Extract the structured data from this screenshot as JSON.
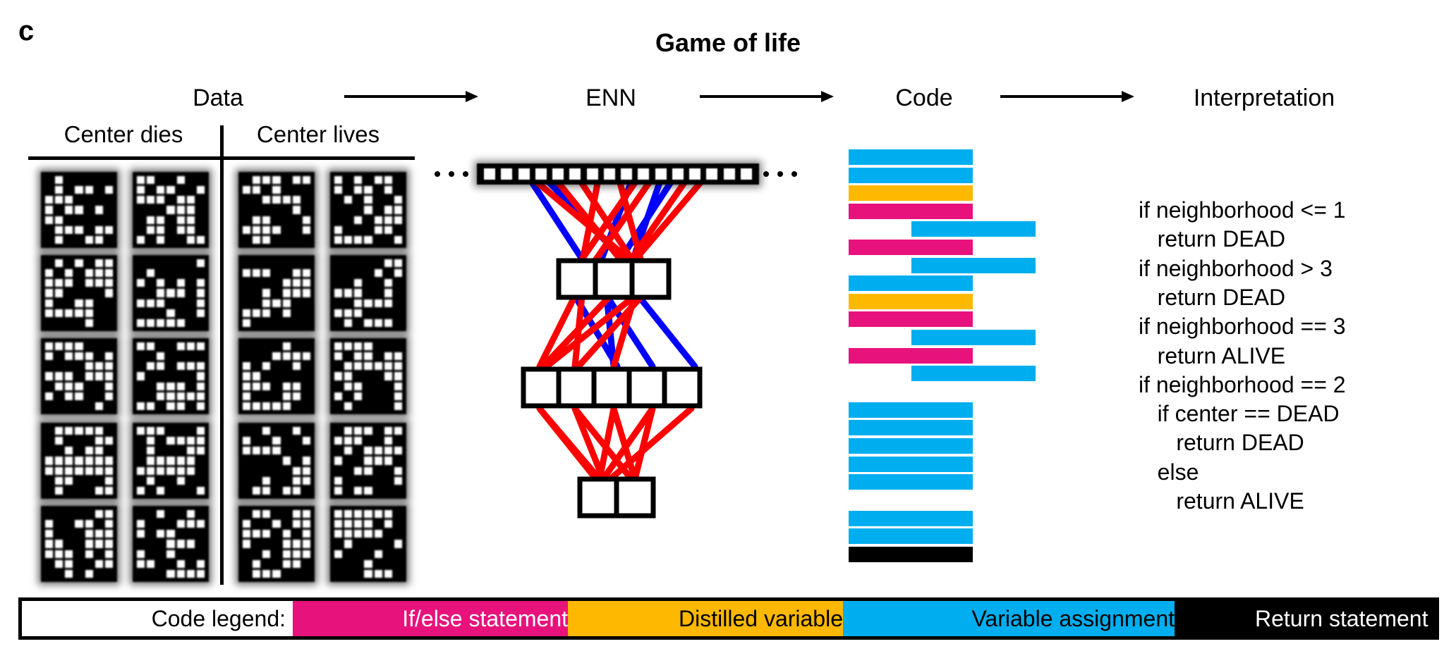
{
  "panel_label": "c",
  "title": "Game of life",
  "pipeline": {
    "stages": [
      "Data",
      "ENN",
      "Code",
      "Interpretation"
    ]
  },
  "data_panel": {
    "left_header": "Center dies",
    "right_header": "Center lives"
  },
  "code_lines": [
    "if neighborhood <= 1",
    "   return DEAD",
    "if neighborhood > 3",
    "   return DEAD",
    "if neighborhood == 3",
    "   return ALIVE",
    "if neighborhood == 2",
    "   if center == DEAD",
    "      return DEAD",
    "   else",
    "      return ALIVE"
  ],
  "legend": {
    "label": "Code legend:",
    "items": [
      {
        "text": "If/else statement",
        "color": "#e8127c"
      },
      {
        "text": "Distilled variable",
        "color": "#ffb800"
      },
      {
        "text": "Variable assignment",
        "color": "#00aeef"
      },
      {
        "text": "Return statement",
        "color": "#000000"
      }
    ]
  },
  "colors": {
    "if_else": "#e8127c",
    "distilled": "#ffb800",
    "assignment": "#00aeef",
    "return": "#000000",
    "positive_weight": "#ff0000",
    "negative_weight": "#0000ff"
  }
}
